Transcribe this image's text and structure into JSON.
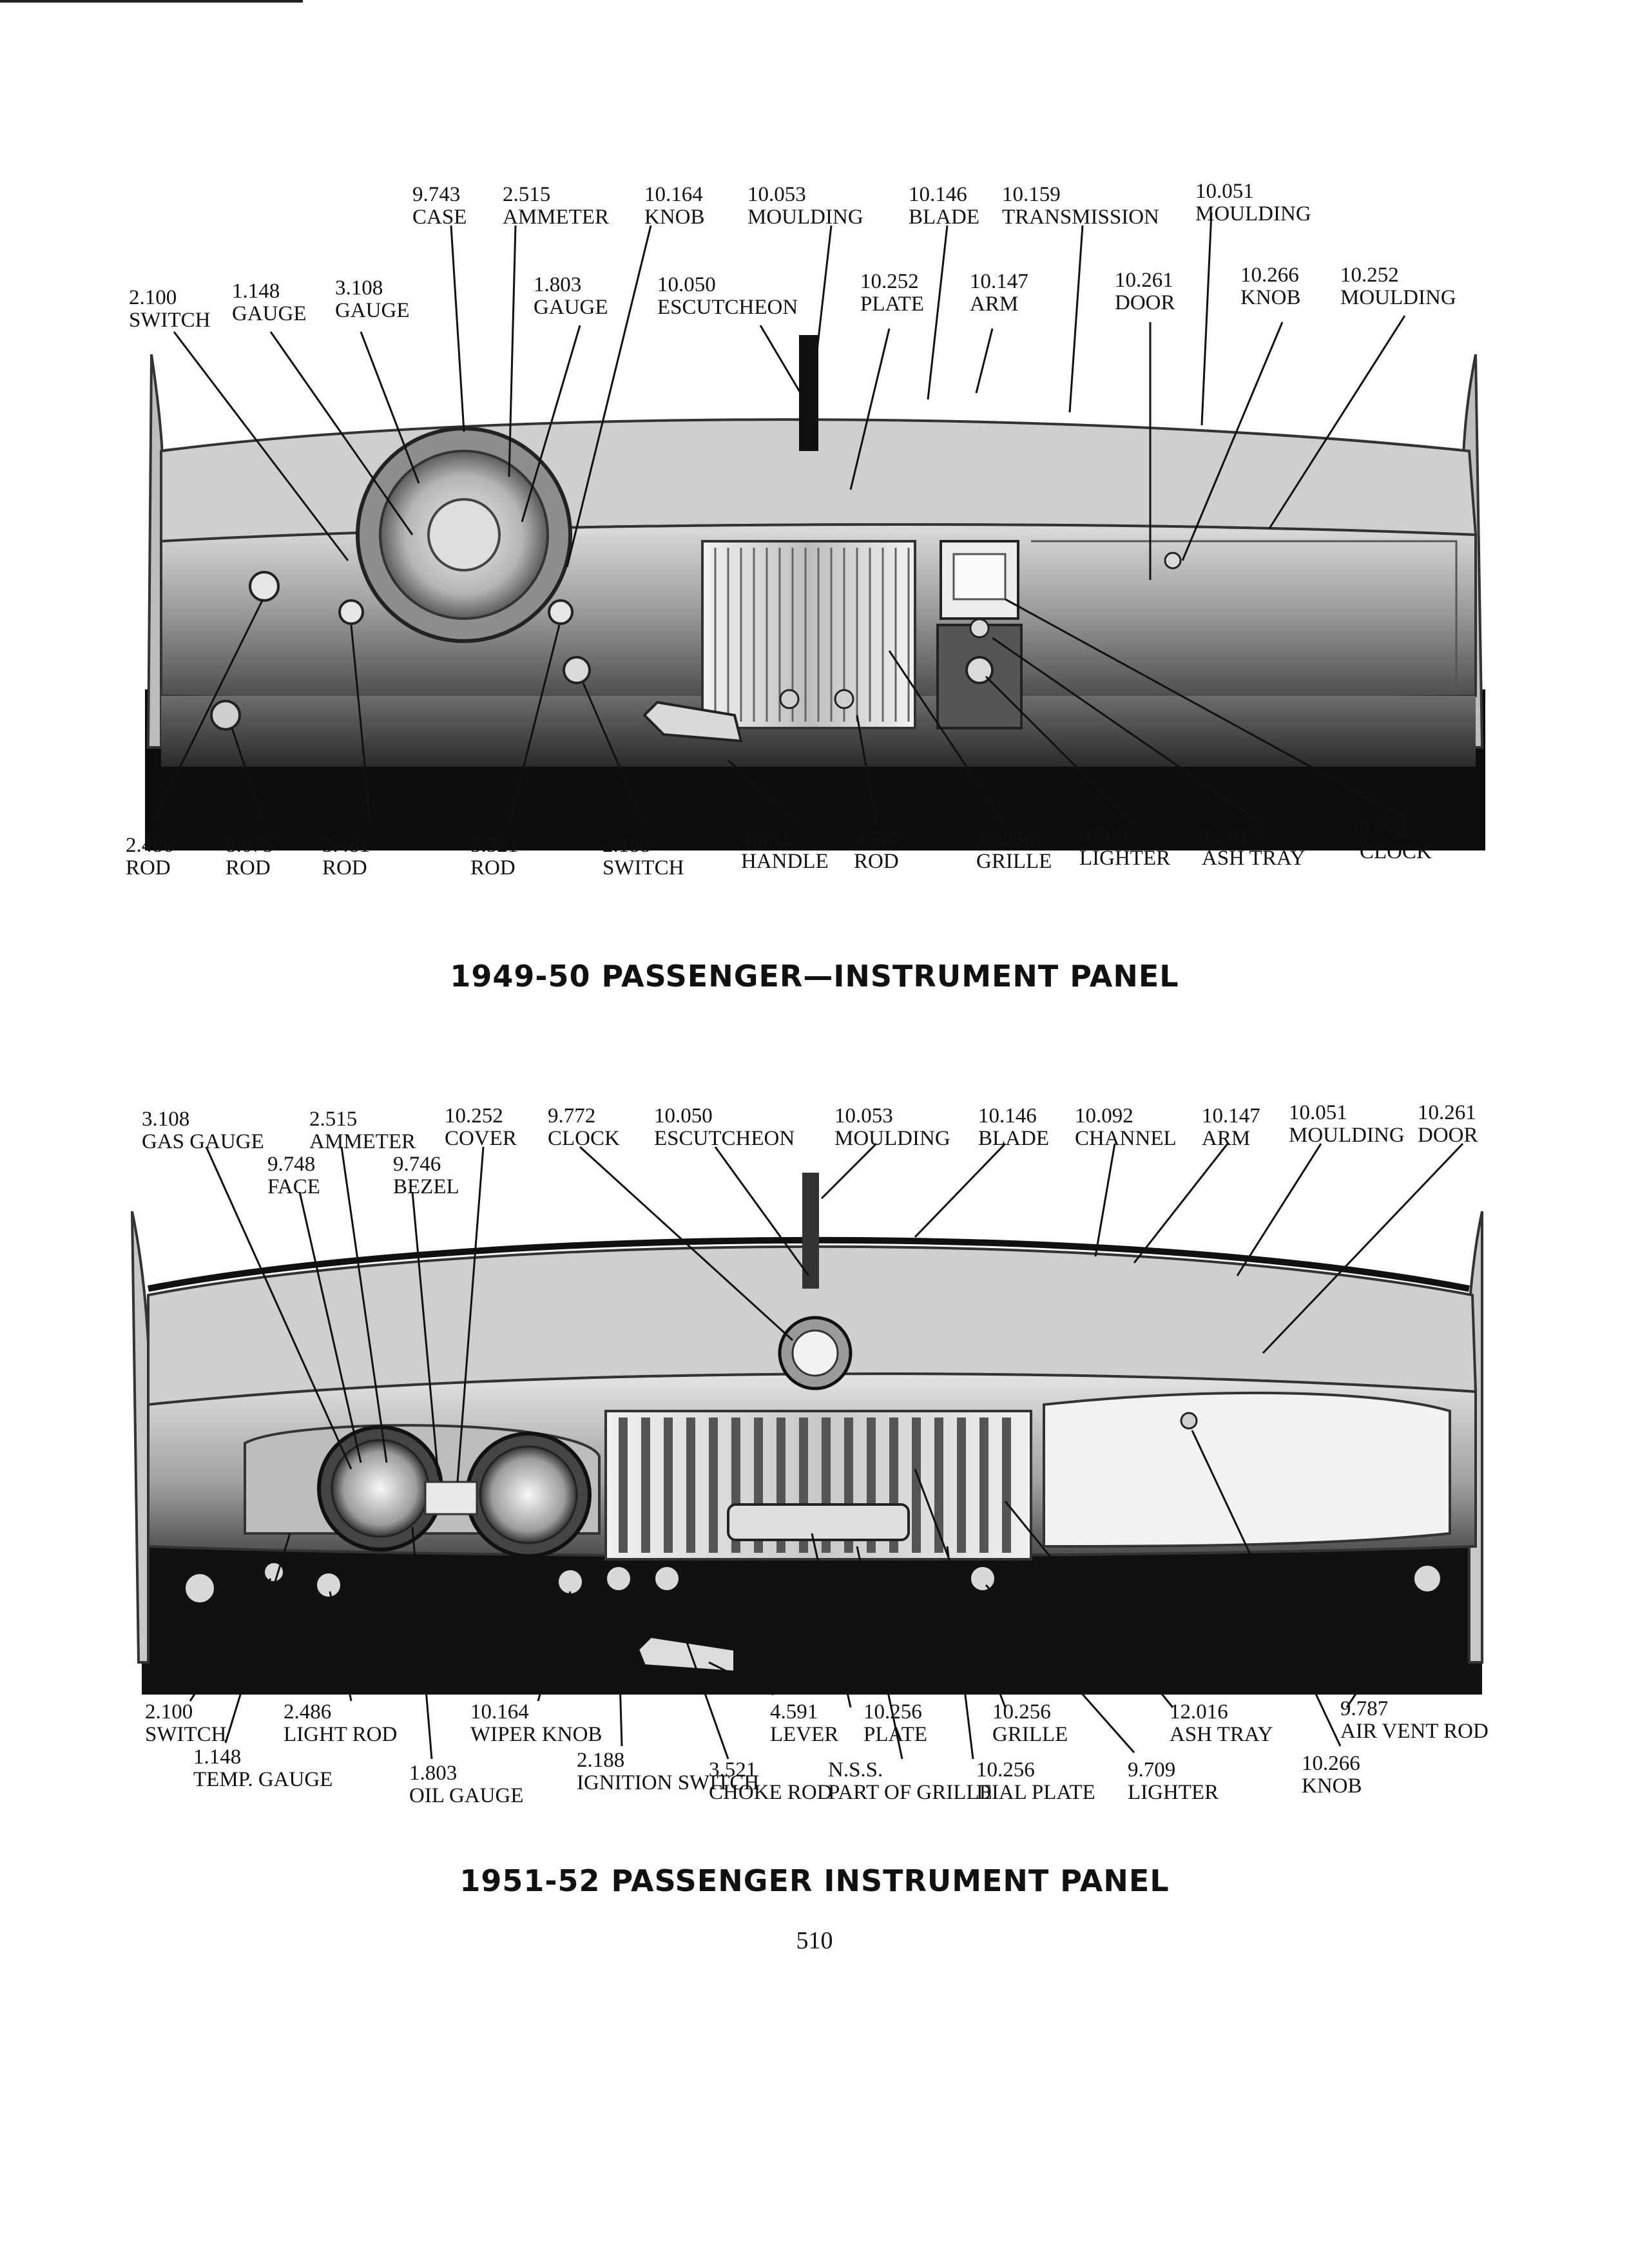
{
  "top_panel": {
    "caption": "1949-50 PASSENGER—INSTRUMENT PANEL",
    "callouts": [
      {
        "number": "9.743",
        "name": "CASE"
      },
      {
        "number": "2.515",
        "name": "AMMETER"
      },
      {
        "number": "10.164",
        "name": "KNOB"
      },
      {
        "number": "10.053",
        "name": "MOULDING"
      },
      {
        "number": "10.146",
        "name": "BLADE"
      },
      {
        "number": "10.159",
        "name": "TRANSMISSION"
      },
      {
        "number": "10.051",
        "name": "MOULDING"
      },
      {
        "number": "2.100",
        "name": "SWITCH"
      },
      {
        "number": "1.148",
        "name": "GAUGE"
      },
      {
        "number": "3.108",
        "name": "GAUGE"
      },
      {
        "number": "1.803",
        "name": "GAUGE"
      },
      {
        "number": "10.050",
        "name": "ESCUTCHEON"
      },
      {
        "number": "10.252",
        "name": "PLATE"
      },
      {
        "number": "10.147",
        "name": "ARM"
      },
      {
        "number": "10.261",
        "name": "DOOR"
      },
      {
        "number": "10.266",
        "name": "KNOB"
      },
      {
        "number": "10.252",
        "name": "MOULDING"
      },
      {
        "number": "2.486",
        "name": "ROD"
      },
      {
        "number": "8.075",
        "name": "ROD"
      },
      {
        "number": "3.481",
        "name": "ROD"
      },
      {
        "number": "3.521",
        "name": "ROD"
      },
      {
        "number": "2.188",
        "name": "SWITCH"
      },
      {
        "number": "4.592",
        "name": "HANDLE"
      },
      {
        "number": "9.787",
        "name": "ROD"
      },
      {
        "number": "10.256",
        "name": "GRILLE"
      },
      {
        "number": "9.709",
        "name": "LIGHTER"
      },
      {
        "number": "12.013",
        "name": "ASH TRAY"
      },
      {
        "number": "9.772",
        "name": "CLOCK"
      }
    ]
  },
  "bottom_panel": {
    "caption": "1951-52 PASSENGER INSTRUMENT PANEL",
    "callouts": [
      {
        "number": "3.108",
        "name": "GAS GAUGE"
      },
      {
        "number": "2.515",
        "name": "AMMETER"
      },
      {
        "number": "10.252",
        "name": "COVER"
      },
      {
        "number": "9.772",
        "name": "CLOCK"
      },
      {
        "number": "10.050",
        "name": "ESCUTCHEON"
      },
      {
        "number": "10.053",
        "name": "MOULDING"
      },
      {
        "number": "10.146",
        "name": "BLADE"
      },
      {
        "number": "10.092",
        "name": "CHANNEL"
      },
      {
        "number": "10.147",
        "name": "ARM"
      },
      {
        "number": "10.051",
        "name": "MOULDING"
      },
      {
        "number": "10.261",
        "name": "DOOR"
      },
      {
        "number": "9.748",
        "name": "FACE"
      },
      {
        "number": "9.746",
        "name": "BEZEL"
      },
      {
        "number": "2.100",
        "name": "SWITCH"
      },
      {
        "number": "2.486",
        "name": "LIGHT ROD"
      },
      {
        "number": "1.148",
        "name": "TEMP. GAUGE"
      },
      {
        "number": "1.803",
        "name": "OIL GAUGE"
      },
      {
        "number": "10.164",
        "name": "WIPER KNOB"
      },
      {
        "number": "2.188",
        "name": "IGNITION SWITCH"
      },
      {
        "number": "3.521",
        "name": "CHOKE ROD"
      },
      {
        "number": "4.591",
        "name": "LEVER"
      },
      {
        "number": "10.256",
        "name": "PLATE"
      },
      {
        "number": "N.S.S.",
        "name": "PART OF GRILLE"
      },
      {
        "number": "10.256",
        "name": "GRILLE"
      },
      {
        "number": "10.256",
        "name": "DIAL PLATE"
      },
      {
        "number": "9.709",
        "name": "LIGHTER"
      },
      {
        "number": "12.016",
        "name": "ASH TRAY"
      },
      {
        "number": "9.787",
        "name": "AIR VENT ROD"
      },
      {
        "number": "10.266",
        "name": "KNOB"
      }
    ]
  },
  "page_number": "510"
}
